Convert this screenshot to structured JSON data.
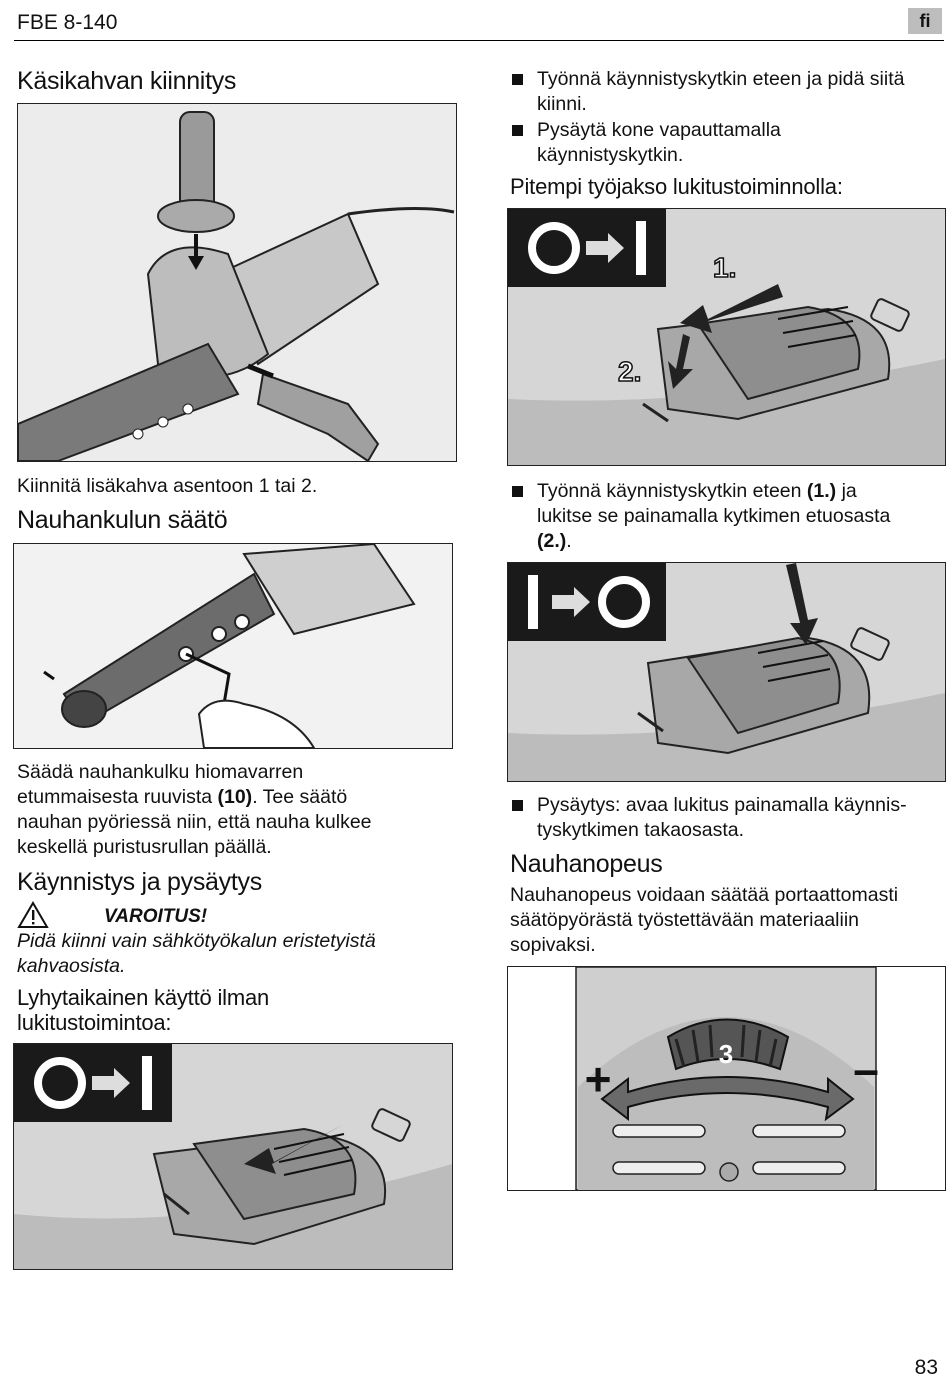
{
  "header": {
    "title": "FBE 8-140",
    "lang": "fi"
  },
  "left": {
    "s1_heading": "Käsikahvan kiinnitys",
    "s1_caption": "Kiinnitä lisäkahva asentoon 1 tai 2.",
    "s2_heading": "Nauhankulun säätö",
    "s2_text_1": "Säädä nauhankulku hiomavarren",
    "s2_text_2a": "etummaisesta ruuvista ",
    "s2_text_2b": "(10)",
    "s2_text_2c": ". Tee säätö",
    "s2_text_3": "nauhan pyöriessä niin, että nauha kulkee",
    "s2_text_4": "keskellä puristusrullan päällä.",
    "s3_heading": "Käynnistys ja pysäytys",
    "warning_title": "VAROITUS!",
    "warning_text_1": "Pidä kiinni vain sähkötyökalun eristetyistä",
    "warning_text_2": "kahvaosista.",
    "s4_heading_1": "Lyhytaikainen käyttö ilman",
    "s4_heading_2": "lukitustoimintoa:"
  },
  "right": {
    "b1_line1": "Työnnä käynnistyskytkin eteen ja pidä siitä",
    "b1_line2": "kiinni.",
    "b2_line1": "Pysäytä kone vapauttamalla",
    "b2_line2": "käynnistyskytkin.",
    "s5_heading": "Pitempi työjakso lukitustoiminnolla:",
    "fig_label_1": "1.",
    "fig_label_2": "2.",
    "b3_line1a": "Työnnä käynnistyskytkin eteen ",
    "b3_line1b": "(1.)",
    "b3_line1c": " ja",
    "b3_line2": "lukitse se painamalla kytkimen etuosasta",
    "b3_line3a": "(2.)",
    "b3_line3b": ".",
    "b4_line1": "Pysäytys: avaa lukitus painamalla käynnis-",
    "b4_line2": "tyskytkimen takaosasta.",
    "s6_heading": "Nauhanopeus",
    "s6_text_1": "Nauhanopeus voidaan säätää portaattomasti",
    "s6_text_2": "säätöpyörästä  työstettävään materiaaliin",
    "s6_text_3": "sopivaksi.",
    "dial_value": "3",
    "dial_plus": "+",
    "dial_minus": "–"
  },
  "page_number": "83"
}
